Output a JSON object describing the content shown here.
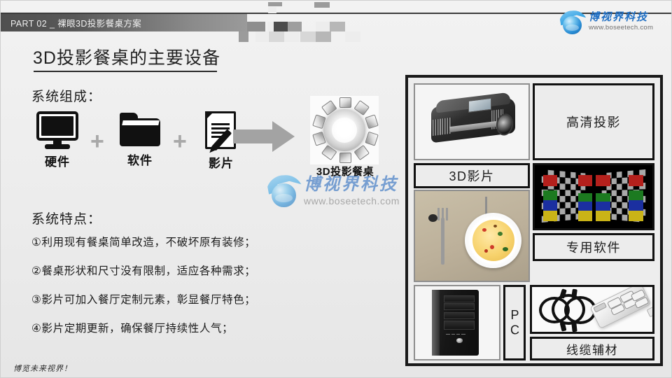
{
  "header": {
    "part_label": "PART 02 _ 裸眼3D投影餐桌方案",
    "mosaic_color_dark": "#555555",
    "mosaic_color_mid": "#8e8e8e",
    "mosaic_color_light": "#d6d6d6"
  },
  "logo": {
    "brand_cn": "博视界科技",
    "url": "www.boseetech.com",
    "accent_color": "#1f7fc8"
  },
  "title": "3D投影餐桌的主要设备",
  "composition": {
    "heading": "系统组成：",
    "items": [
      {
        "label": "硬件",
        "icon": "monitor-icon"
      },
      {
        "label": "软件",
        "icon": "folder-icon"
      },
      {
        "label": "影片",
        "icon": "document-pencil-icon"
      }
    ],
    "separator": "+",
    "result_caption": "3D投影餐桌"
  },
  "watermark": {
    "brand_cn": "博视界科技",
    "url": "www.boseetech.com"
  },
  "features": {
    "heading": "系统特点：",
    "items": [
      "①利用现有餐桌简单改造，不破坏原有装修；",
      "②餐桌形状和尺寸没有限制，适应各种需求；",
      "③影片可加入餐厅定制元素，彰显餐厅特色；",
      "④影片定期更新，确保餐厅持续性人气；"
    ]
  },
  "gallery": {
    "labels": {
      "projector": "高清投影",
      "video": "3D影片",
      "software": "专用软件",
      "pc": "PC",
      "cables": "线缆辅材"
    }
  },
  "footer": "博览未来视界！"
}
